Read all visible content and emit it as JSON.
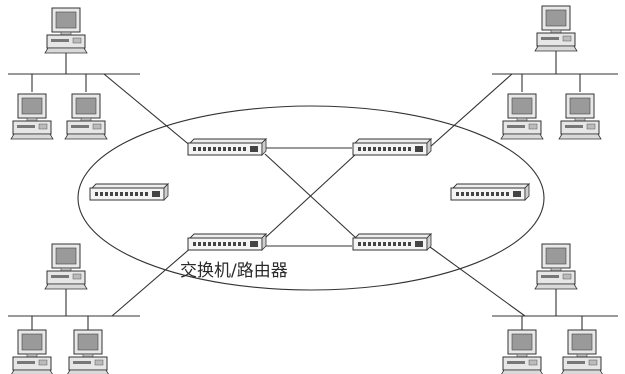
{
  "diagram": {
    "caption": "交换机/路由器",
    "nodes": {
      "lan_workstations": [
        {
          "id": "tl-top",
          "lan": "top-left"
        },
        {
          "id": "tl-a",
          "lan": "top-left"
        },
        {
          "id": "tl-b",
          "lan": "top-left"
        },
        {
          "id": "tr-top",
          "lan": "top-right"
        },
        {
          "id": "tr-a",
          "lan": "top-right"
        },
        {
          "id": "tr-b",
          "lan": "top-right"
        },
        {
          "id": "bl-top",
          "lan": "bottom-left"
        },
        {
          "id": "bl-a",
          "lan": "bottom-left"
        },
        {
          "id": "bl-b",
          "lan": "bottom-left"
        },
        {
          "id": "br-top",
          "lan": "bottom-right"
        },
        {
          "id": "br-a",
          "lan": "bottom-right"
        },
        {
          "id": "br-b",
          "lan": "bottom-right"
        }
      ],
      "switches": [
        "sw-ul",
        "sw-ur",
        "sw-ml",
        "sw-mr",
        "sw-ll",
        "sw-lr"
      ]
    },
    "edges": [
      [
        "sw-ul",
        "sw-ur"
      ],
      [
        "sw-ll",
        "sw-lr"
      ],
      [
        "sw-ul",
        "sw-lr"
      ],
      [
        "sw-ur",
        "sw-ll"
      ],
      [
        "lan-top-left",
        "sw-ul"
      ],
      [
        "lan-top-right",
        "sw-ur"
      ],
      [
        "lan-bottom-left",
        "sw-ll"
      ],
      [
        "lan-bottom-right",
        "sw-lr"
      ]
    ]
  }
}
